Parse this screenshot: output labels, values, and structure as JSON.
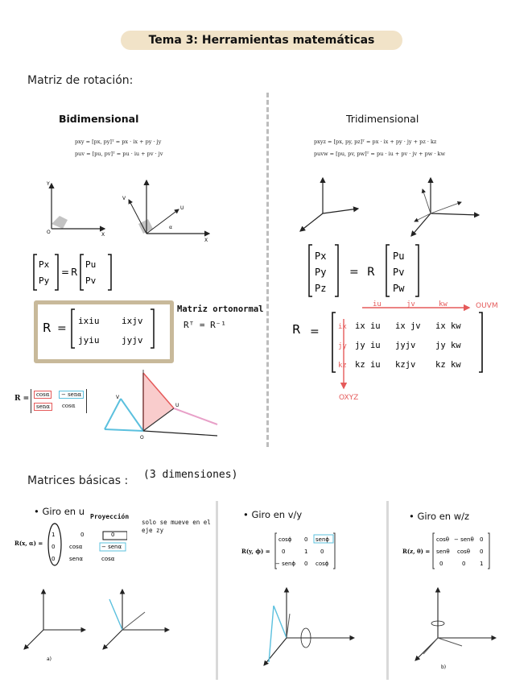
{
  "page": {
    "title": "Tema 3: Herramientas matemáticas"
  },
  "rotation": {
    "heading": "Matriz de rotación:",
    "bi": {
      "heading": "Bidimensional",
      "eq1": "pxy = [px, py]ᵀ = px · ix + py · jy",
      "eq2": "puv = [pu, pv]ᵀ = pu · iu + pv · jv",
      "vec_left": [
        "Px",
        "Py"
      ],
      "vec_right": [
        "Pu",
        "Pv"
      ],
      "R_label": "R",
      "R_cells": [
        "ixiu",
        "ixjv",
        "jyiu",
        "jyjv"
      ],
      "note1": "Matriz ortonormal",
      "note2": "Rᵀ = R⁻¹",
      "small_R": [
        "cosα",
        "− senα",
        "senα",
        "cosα"
      ],
      "axis_labels": [
        "Y",
        "X",
        "O",
        "V",
        "U",
        "α",
        "X"
      ]
    },
    "tri": {
      "heading": "Tridimensional",
      "eq1": "pxyz = [px, py, pz]ᵀ = px · ix + py · jy + pz · kz",
      "eq2": "puvw = [pu, pv, pw]ᵀ = pu · iu + pv · jv + pw · kw",
      "vec_left": [
        "Px",
        "Py",
        "Pz"
      ],
      "vec_right": [
        "Pu",
        "Pv",
        "Pw"
      ],
      "R_label": "R",
      "header": [
        "iu",
        "jv",
        "kw"
      ],
      "side": [
        "ix",
        "jy",
        "kz"
      ],
      "R_cells": [
        "ix iu",
        "ix jv",
        "ix kw",
        "jy iu",
        "jyjv",
        "jy kw",
        "kz iu",
        "kzjv",
        "kz kw"
      ],
      "label_ouvm": "OUVM",
      "label_oxyz": "OXYZ"
    }
  },
  "basic": {
    "heading": "Matrices básicas :",
    "heading_note": "(3 dimensiones)",
    "panels": [
      {
        "title": "Giro en u",
        "annot1": "Proyección",
        "annot2": "solo se mueve en el eje zy",
        "matrix_label": "R(x, α) =",
        "cells": [
          "1",
          "0",
          "0",
          "0",
          "cosα",
          "− senα",
          "0",
          "senα",
          "cosα"
        ],
        "caption": "a)"
      },
      {
        "title": "Giro en v/y",
        "matrix_label": "R(y, ϕ) =",
        "cells": [
          "cosϕ",
          "0",
          "senϕ",
          "0",
          "1",
          "0",
          "− senϕ",
          "0",
          "cosϕ"
        ],
        "caption": ""
      },
      {
        "title": "Giro en w/z",
        "matrix_label": "R(z, θ) =",
        "cells": [
          "cosθ",
          "− senθ",
          "0",
          "senθ",
          "cosθ",
          "0",
          "0",
          "0",
          "1"
        ],
        "caption": "b)"
      }
    ]
  },
  "colors": {
    "pill": "#f1e3c8",
    "box": "#c8b99a",
    "red": "#e55a5a",
    "blue": "#5bc0de",
    "pink": "#e8a0c8"
  }
}
